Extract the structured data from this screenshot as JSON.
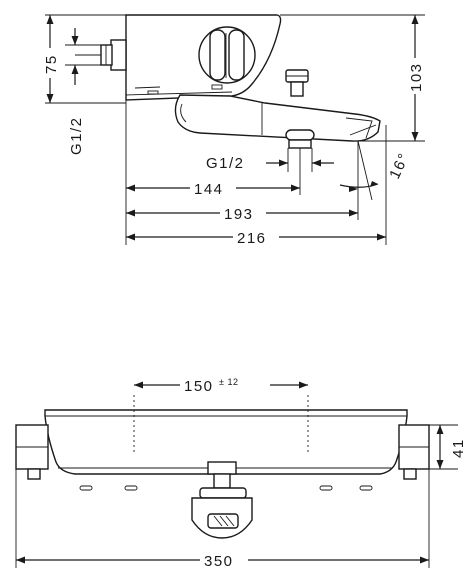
{
  "side_view": {
    "dim_75": "75",
    "dim_g12_left": "G1/2",
    "dim_103": "103",
    "dim_g12_bottom": "G1/2",
    "dim_16deg": "16°",
    "dim_144": "144",
    "dim_193": "193",
    "dim_216": "216"
  },
  "front_view": {
    "dim_150": "150",
    "dim_150_tol": "± 12",
    "dim_41": "41",
    "dim_350": "350"
  }
}
